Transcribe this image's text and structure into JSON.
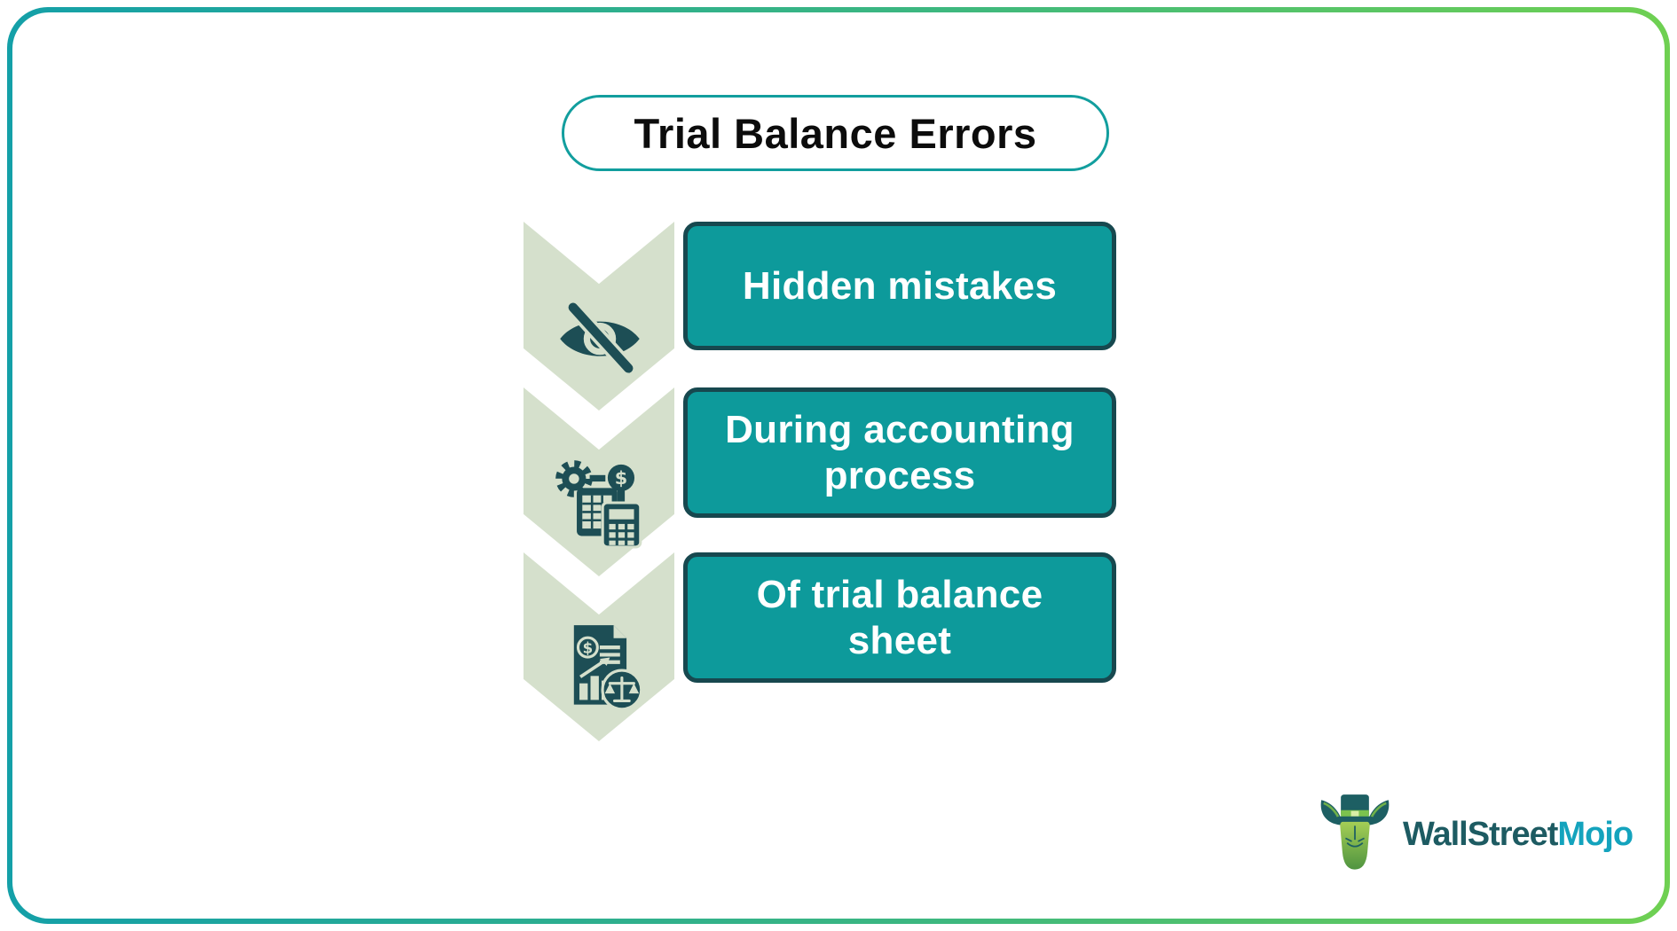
{
  "title": {
    "label": "Trial Balance Errors"
  },
  "steps": [
    {
      "label": "Hidden mistakes",
      "icon": "eye-off-icon"
    },
    {
      "label": "During accounting process",
      "icon": "accounting-process-icon"
    },
    {
      "label": "Of trial balance sheet",
      "icon": "trial-balance-sheet-icon"
    }
  ],
  "logo": {
    "wallstreet": "WallStreet",
    "mojo": "Mojo"
  },
  "colors": {
    "frame_gradient_left": "#14a0a8",
    "frame_gradient_right": "#6fd052",
    "title_border": "#129e9e",
    "title_text": "#0c0c0c",
    "chevron_fill": "#d5e0cc",
    "icon_fill": "#1d4e55",
    "box_fill": "#0d9a9b",
    "box_border": "#17484f",
    "box_text": "#ffffff",
    "logo_wallstreet": "#1d5b62",
    "logo_mojo": "#14a3bd"
  }
}
